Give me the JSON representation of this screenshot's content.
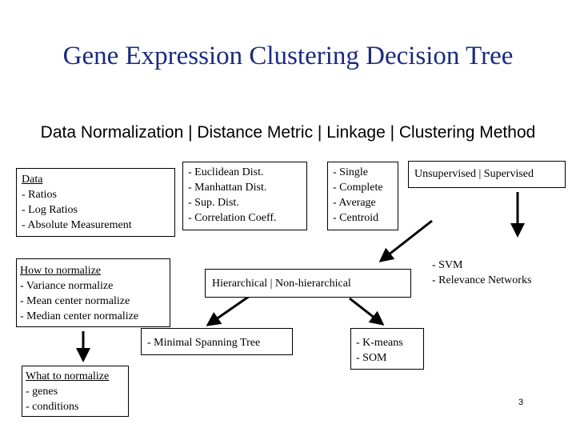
{
  "title": "Gene Expression Clustering Decision Tree",
  "subtitle": "Data Normalization | Distance Metric | Linkage | Clustering Method",
  "boxes": {
    "data": {
      "heading": "Data",
      "items": [
        "- Ratios",
        "- Log Ratios",
        "- Absolute Measurement"
      ]
    },
    "distance": {
      "items": [
        "- Euclidean Dist.",
        "- Manhattan Dist.",
        "- Sup. Dist.",
        "- Correlation Coeff."
      ]
    },
    "linkage": {
      "items": [
        "- Single",
        "- Complete",
        "- Average",
        "- Centroid"
      ]
    },
    "method": {
      "label": "Unsupervised | Supervised"
    },
    "how": {
      "heading": "How to normalize",
      "items": [
        "- Variance normalize",
        "- Mean center normalize",
        "- Median center normalize"
      ]
    },
    "hier": {
      "label": "Hierarchical | Non-hierarchical"
    },
    "supervised": {
      "items": [
        "- SVM",
        "- Relevance Networks"
      ]
    },
    "mst": {
      "label": "- Minimal Spanning Tree"
    },
    "kmeans": {
      "items": [
        "- K-means",
        "- SOM"
      ]
    },
    "what": {
      "heading": "What to normalize",
      "items": [
        "- genes",
        "- conditions"
      ]
    }
  },
  "page_number": "3"
}
